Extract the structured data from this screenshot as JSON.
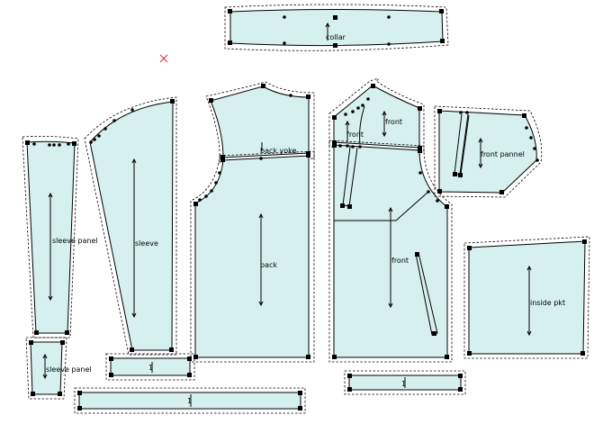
{
  "pieces": {
    "collar": "collar",
    "back_yoke": "back yoke",
    "back": "back",
    "front_yoke": "front",
    "front_top": "front",
    "front_pannel": "front pannel",
    "front": "front",
    "sleeve": "sleeve",
    "sleeve_panel": "sleeve panel",
    "sleeve_panel_small": "sleeve panel",
    "inside_pkt": "inside pkt",
    "cuff_1": "1",
    "band_long": "1",
    "band_right": "1"
  },
  "colors": {
    "piece_fill": "#d6f0f0",
    "outline": "#000000",
    "marker": "#e0202a"
  }
}
